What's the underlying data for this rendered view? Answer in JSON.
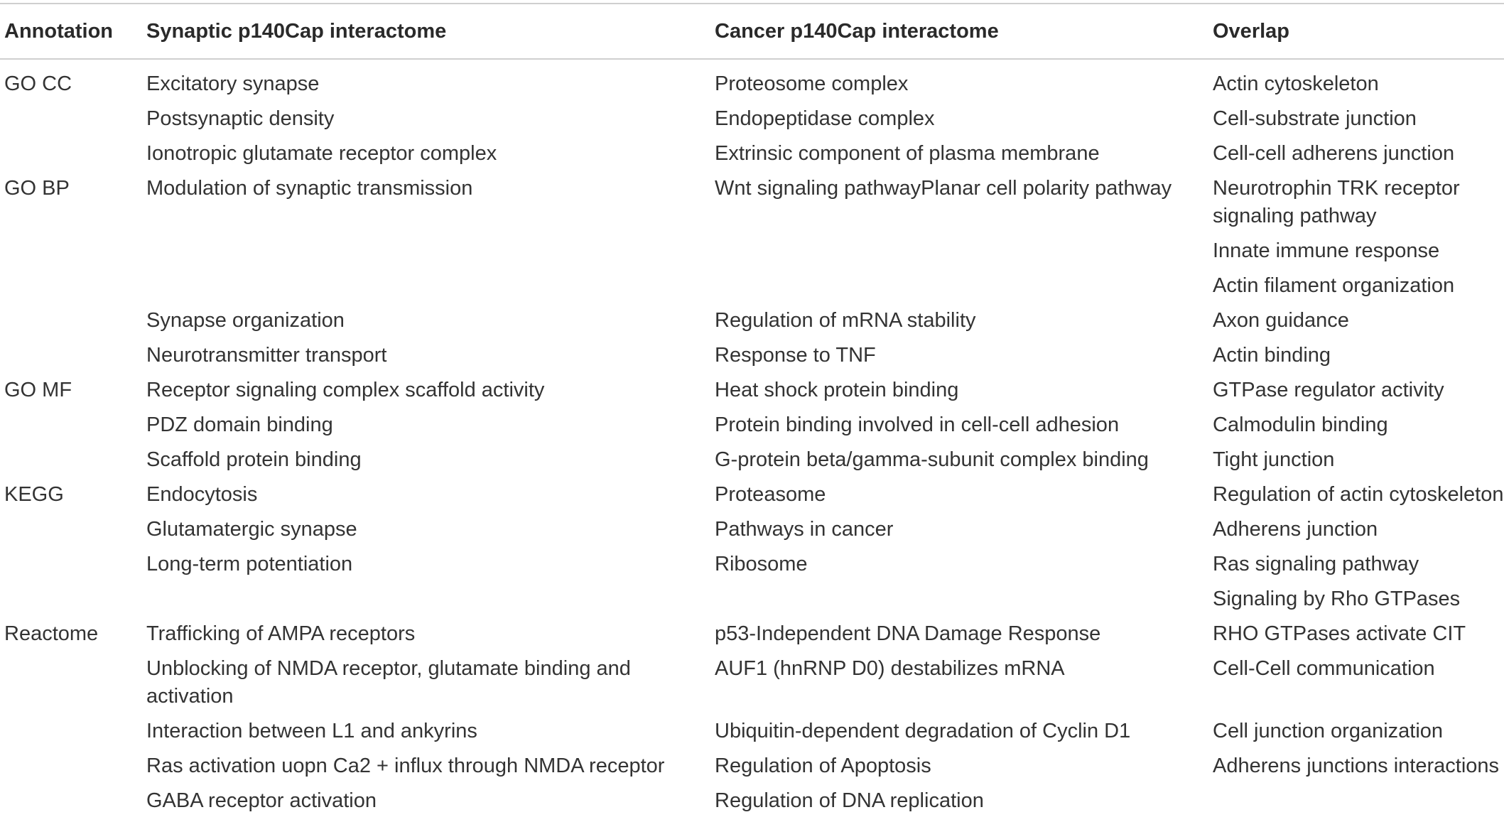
{
  "header": {
    "col0": "Annotation",
    "col1": "Synaptic p140Cap interactome",
    "col2": "Cancer p140Cap interactome",
    "col3": "Overlap"
  },
  "rows": [
    {
      "annotation": "GO CC",
      "synaptic": "Excitatory synapse",
      "cancer": "Proteosome complex",
      "overlap": "Actin cytoskeleton"
    },
    {
      "annotation": "",
      "synaptic": "Postsynaptic density",
      "cancer": "Endopeptidase complex",
      "overlap": "Cell-substrate junction"
    },
    {
      "annotation": "",
      "synaptic": "Ionotropic glutamate receptor complex",
      "cancer": "Extrinsic component of plasma membrane",
      "overlap": "Cell-cell adherens junction"
    },
    {
      "annotation": "GO BP",
      "synaptic": "Modulation of synaptic transmission",
      "cancer": "Wnt signaling pathwayPlanar cell polarity pathway",
      "overlap": "Neurotrophin TRK receptor signaling pathway"
    },
    {
      "annotation": "",
      "synaptic": "",
      "cancer": "",
      "overlap": "Innate immune response"
    },
    {
      "annotation": "",
      "synaptic": "",
      "cancer": "",
      "overlap": "Actin filament organization"
    },
    {
      "annotation": "",
      "synaptic": "Synapse organization",
      "cancer": "Regulation of mRNA stability",
      "overlap": "Axon guidance"
    },
    {
      "annotation": "",
      "synaptic": "Neurotransmitter transport",
      "cancer": "Response to TNF",
      "overlap": "Actin binding"
    },
    {
      "annotation": "GO MF",
      "synaptic": "Receptor signaling complex scaffold activity",
      "cancer": "Heat shock protein binding",
      "overlap": "GTPase regulator activity"
    },
    {
      "annotation": "",
      "synaptic": "PDZ domain binding",
      "cancer": "Protein binding involved in cell-cell adhesion",
      "overlap": "Calmodulin binding"
    },
    {
      "annotation": "",
      "synaptic": "Scaffold protein binding",
      "cancer": "G-protein beta/gamma-subunit complex binding",
      "overlap": "Tight junction"
    },
    {
      "annotation": "KEGG",
      "synaptic": "Endocytosis",
      "cancer": "Proteasome",
      "overlap": "Regulation of actin cytoskeleton"
    },
    {
      "annotation": "",
      "synaptic": "Glutamatergic synapse",
      "cancer": "Pathways in cancer",
      "overlap": "Adherens junction"
    },
    {
      "annotation": "",
      "synaptic": "Long-term potentiation",
      "cancer": "Ribosome",
      "overlap": "Ras signaling pathway"
    },
    {
      "annotation": "",
      "synaptic": "",
      "cancer": "",
      "overlap": "Signaling by Rho GTPases"
    },
    {
      "annotation": "Reactome",
      "synaptic": "Trafficking of AMPA receptors",
      "cancer": "p53-Independent DNA Damage Response",
      "overlap": "RHO GTPases activate CIT"
    },
    {
      "annotation": "",
      "synaptic": "Unblocking of NMDA receptor, glutamate binding and activation",
      "cancer": "AUF1 (hnRNP D0) destabilizes mRNA",
      "overlap": "Cell-Cell communication"
    },
    {
      "annotation": "",
      "synaptic": "Interaction between L1 and ankyrins",
      "cancer": "Ubiquitin-dependent degradation of Cyclin D1",
      "overlap": "Cell junction organization"
    },
    {
      "annotation": "",
      "synaptic": "Ras activation uopn Ca2 + influx through NMDA receptor",
      "cancer": "Regulation of Apoptosis",
      "overlap": "Adherens junctions interactions"
    },
    {
      "annotation": "",
      "synaptic": "GABA receptor activation",
      "cancer": "Regulation of DNA replication",
      "overlap": ""
    }
  ]
}
